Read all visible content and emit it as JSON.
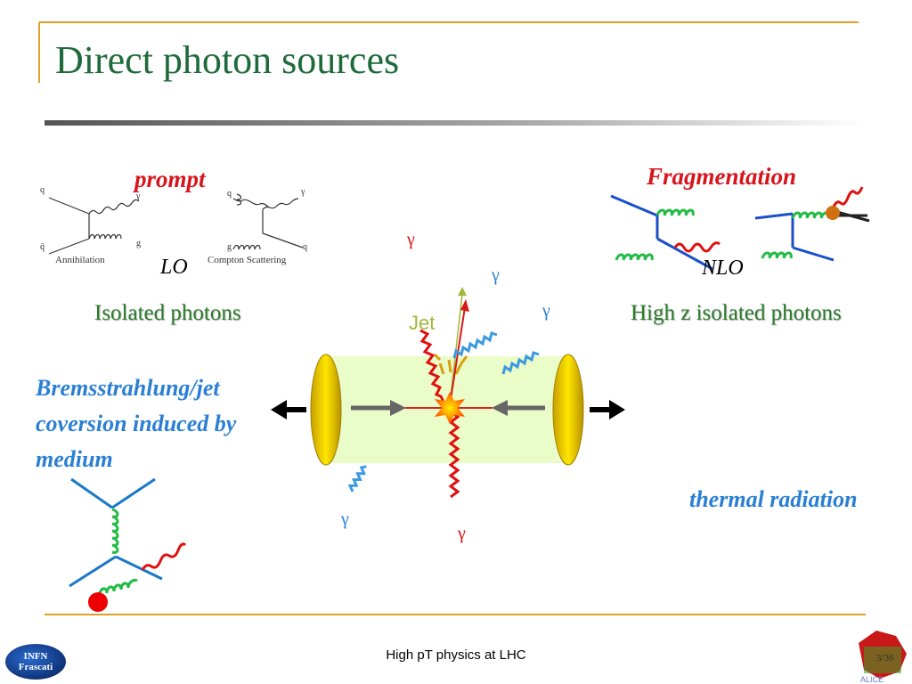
{
  "slide": {
    "title": "Direct photon sources",
    "footer": "High pT physics at LHC",
    "page_number": "3/36",
    "logo_text": {
      "line1": "INFN",
      "line2": "Frascati"
    }
  },
  "prompt": {
    "label": "prompt",
    "order": "LO",
    "caption": "Isolated photons",
    "diagram_annihilation": {
      "caption": "Annihilation",
      "q": "q",
      "qbar": "q̄",
      "gamma": "γ",
      "g": "g"
    },
    "diagram_compton": {
      "caption": "Compton Scattering",
      "q_in": "q",
      "q_out": "q",
      "gamma": "γ",
      "g": "g"
    }
  },
  "fragmentation": {
    "label": "Fragmentation",
    "order": "NLO",
    "caption": "High z  isolated photons"
  },
  "bremsstrahlung": {
    "line1": "Bremsstrahlung/jet",
    "line2": "coversion induced by",
    "line3": "medium"
  },
  "thermal": {
    "label": "thermal radiation"
  },
  "center": {
    "jet_label": "Jet",
    "gamma_symbol": "γ"
  },
  "colors": {
    "title_green": "#1e6a3a",
    "accent_red": "#d7141a",
    "accent_blue": "#2a7fd4",
    "caption_green": "#2a7a2a",
    "rule_orange": "#e0a028",
    "gluon_green": "#22bb44",
    "line_blue": "#1a4fc8"
  }
}
